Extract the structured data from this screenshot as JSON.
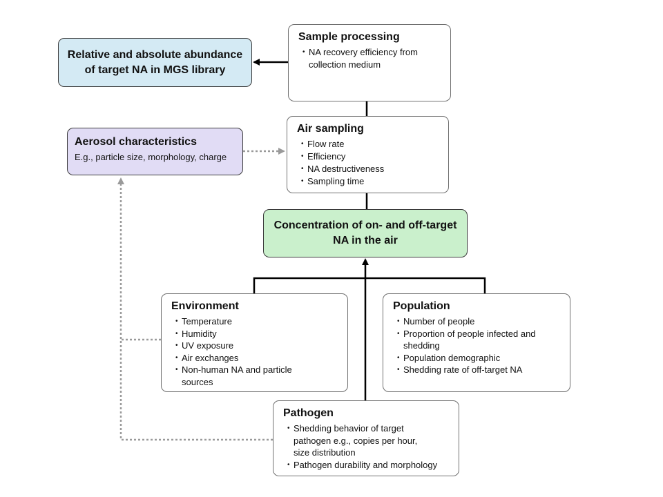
{
  "diagram": {
    "sample_processing": {
      "title": "Sample processing",
      "items": [
        "NA recovery efficiency from collection medium"
      ]
    },
    "abundance": {
      "title": "Relative and absolute abundance of target NA in MGS library"
    },
    "air_sampling": {
      "title": "Air sampling",
      "items": [
        "Flow rate",
        "Efficiency",
        "NA destructiveness",
        "Sampling time"
      ]
    },
    "aerosol": {
      "title": "Aerosol characteristics",
      "subtitle": "E.g., particle size, morphology, charge"
    },
    "concentration": {
      "title": "Concentration of on- and off-target NA in the air"
    },
    "environment": {
      "title": "Environment",
      "items": [
        "Temperature",
        "Humidity",
        "UV exposure",
        "Air exchanges",
        "Non-human NA and particle sources"
      ]
    },
    "population": {
      "title": "Population",
      "items": [
        "Number of people",
        "Proportion of people infected and shedding",
        "Population demographic",
        "Shedding rate of off-target NA"
      ]
    },
    "pathogen": {
      "title": "Pathogen",
      "items": [
        "Shedding behavior of target pathogen e.g., copies per hour, size distribution",
        "Pathogen durability and morphology"
      ]
    }
  },
  "colors": {
    "abundance_fill": "#d4eaf4",
    "concentration_fill": "#caf0cc",
    "aerosol_fill": "#e1dcf5",
    "solid_line": "#000000",
    "dotted_line": "#9a9a9a",
    "box_border": "#6f6f6f"
  }
}
